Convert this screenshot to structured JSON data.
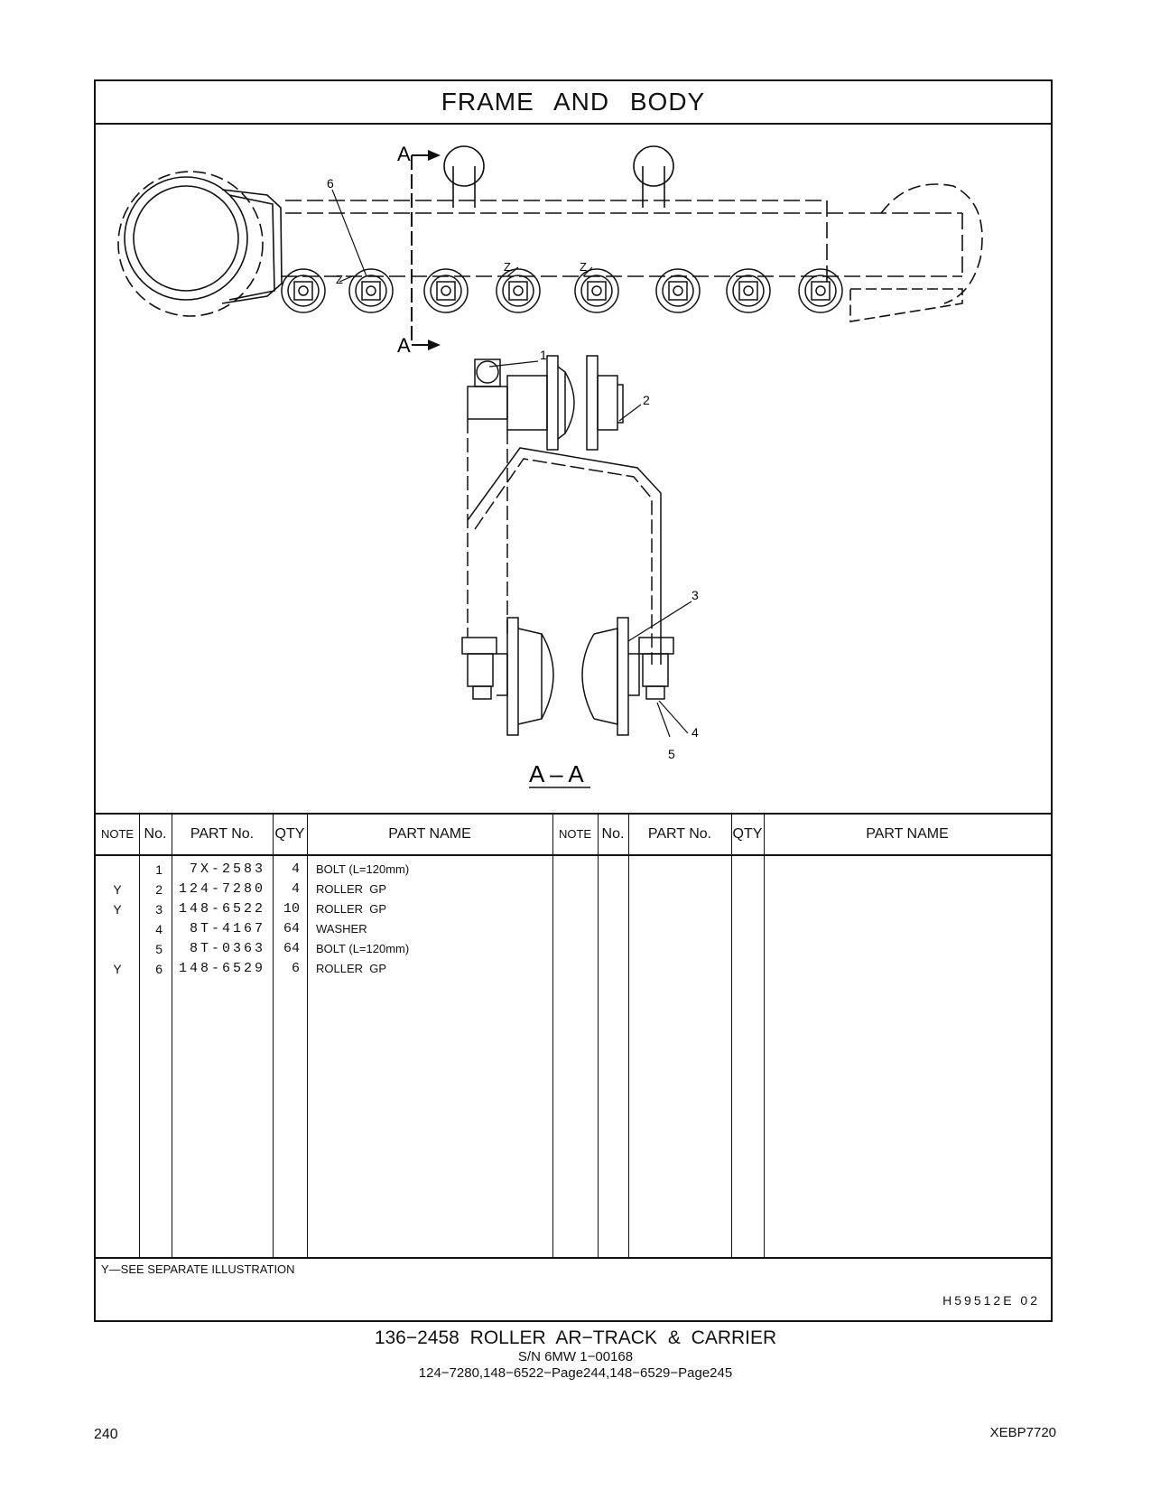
{
  "section_title": "FRAME AND BODY",
  "drawing": {
    "section_marker": "A",
    "section_view_label": "A – A",
    "callouts": [
      "1",
      "2",
      "3",
      "4",
      "5",
      "6"
    ],
    "zone_marker": "Z"
  },
  "table": {
    "headers": {
      "note": "NOTE",
      "no": "No.",
      "part_no": "PART No.",
      "qty": "QTY",
      "part_name": "PART NAME"
    },
    "rows": [
      {
        "note": "",
        "no": "1",
        "part_no": "7X-2583",
        "qty": "4",
        "part_name": "BOLT (L=120mm)"
      },
      {
        "note": "Y",
        "no": "2",
        "part_no": "124-7280",
        "qty": "4",
        "part_name": "ROLLER  GP"
      },
      {
        "note": "Y",
        "no": "3",
        "part_no": "148-6522",
        "qty": "10",
        "part_name": "ROLLER  GP"
      },
      {
        "note": "",
        "no": "4",
        "part_no": "8T-4167",
        "qty": "64",
        "part_name": "WASHER"
      },
      {
        "note": "",
        "no": "5",
        "part_no": "8T-0363",
        "qty": "64",
        "part_name": "BOLT (L=120mm)"
      },
      {
        "note": "Y",
        "no": "6",
        "part_no": "148-6529",
        "qty": "6",
        "part_name": "ROLLER  GP"
      }
    ],
    "footnote": "Y—SEE  SEPARATE  ILLUSTRATION",
    "illustration_code": "H59512E   02"
  },
  "caption": {
    "line1": "136−2458   ROLLER  AR−TRACK  &  CARRIER",
    "line2": "S/N 6MW 1−00168",
    "line3": "124−7280,148−6522−Page244,148−6529−Page245"
  },
  "page_number": "240",
  "document_id": "XEBP7720"
}
